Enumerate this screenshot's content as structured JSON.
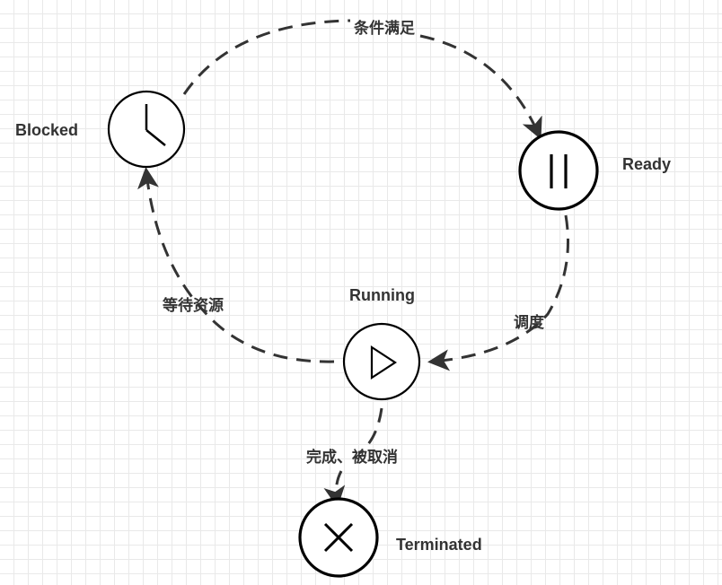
{
  "states": {
    "blocked": "Blocked",
    "ready": "Ready",
    "running": "Running",
    "terminated": "Terminated"
  },
  "transitions": {
    "blocked_to_ready": "条件满足",
    "ready_to_running": "调度",
    "running_to_blocked": "等待资源",
    "running_to_terminated": "完成、被取消"
  },
  "icons": {
    "blocked": "clock-icon",
    "ready": "pause-icon",
    "running": "play-icon",
    "terminated": "close-icon"
  },
  "colors": {
    "line": "#333333",
    "node_stroke": "#000000",
    "grid": "#e9e9e9"
  }
}
